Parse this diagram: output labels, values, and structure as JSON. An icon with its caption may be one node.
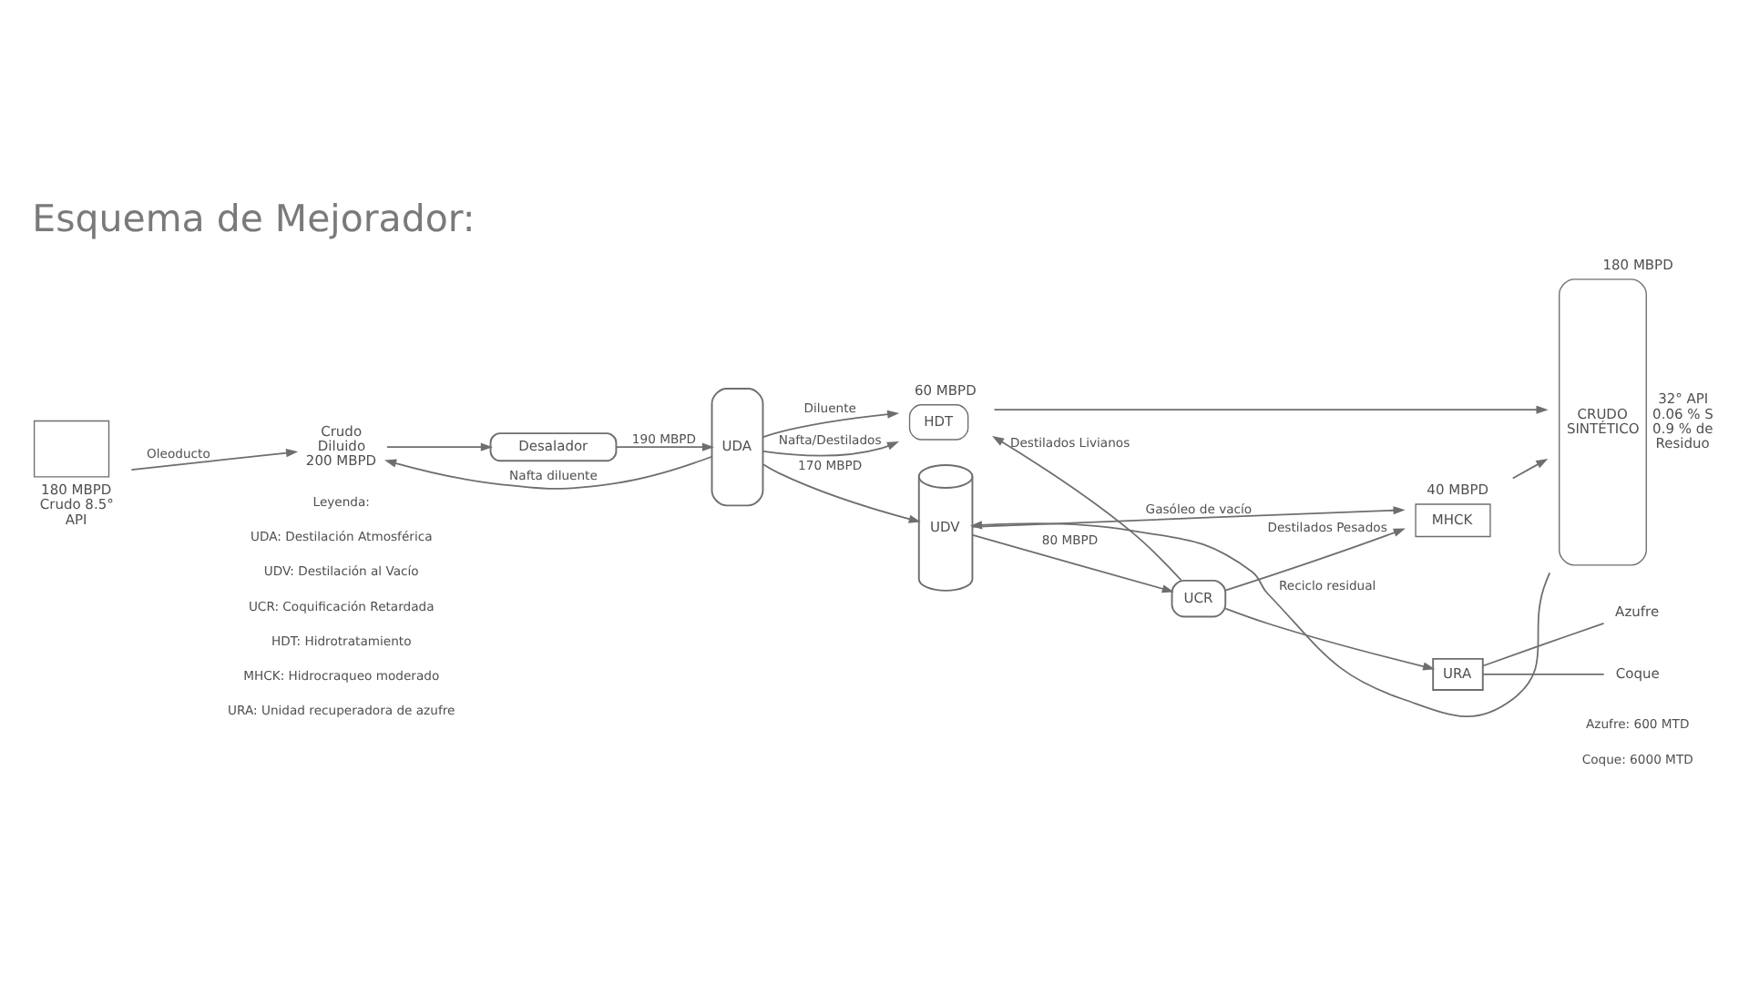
{
  "diagram": {
    "title": "Esquema de Mejorador:",
    "nodes": [
      {
        "text": [
          "Crudo Diluido 200 MBPD"
        ]
      },
      {
        "text": [
          "Desalador"
        ]
      },
      {
        "text": [
          "UDA"
        ]
      },
      {
        "text": [
          "HDT"
        ],
        "beside": [
          "60 MBPD"
        ]
      },
      {
        "text": [
          "CRUDO SINTÉTICO"
        ],
        "beside": [
          "180 MBPD",
          "32° API 0.06 % S 0.9 % de Residuo"
        ]
      },
      {
        "text": [
          "180 MBPD Crudo 8.5° API"
        ]
      },
      {
        "text": [
          "UDV"
        ]
      },
      {
        "text": [
          "MHCK"
        ],
        "beside": [
          "40 MBPD"
        ]
      },
      {
        "text": [
          "UCR"
        ]
      },
      {
        "text": [
          "URA"
        ]
      },
      {
        "text": [
          "Azufre"
        ]
      },
      {
        "text": [
          "Coque"
        ]
      }
    ],
    "edges": [
      {
        "from": 5,
        "to": 0,
        "arrow": "to",
        "label": "Oleoducto"
      },
      {
        "from": 0,
        "to": 1,
        "arrow": "to"
      },
      {
        "from": 1,
        "to": 2,
        "arrow": "to",
        "label": "190 MBPD"
      },
      {
        "from": 2,
        "to": 0,
        "arrow": "to",
        "label": "Nafta diluente"
      },
      {
        "from": 2,
        "to": 3,
        "arrow": "to",
        "label": "Diluente"
      },
      {
        "from": 2,
        "to": 3,
        "arrow": "to",
        "label": "Nafta/Destilados"
      },
      {
        "from": 3,
        "to": 4,
        "arrow": "to"
      },
      {
        "from": 2,
        "to": 6,
        "arrow": "to",
        "label": "170 MBPD"
      },
      {
        "from": 6,
        "to": 7,
        "arrow": "to",
        "label": "Gasóleo de vacío"
      },
      {
        "from": 7,
        "to": 4,
        "arrow": "to"
      },
      {
        "from": 6,
        "to": 8,
        "arrow": "to",
        "label": "80 MBPD"
      },
      {
        "from": 8,
        "to": 3,
        "arrow": "to",
        "label": "Destilados Livianos"
      },
      {
        "from": 8,
        "to": 7,
        "arrow": "to",
        "label": "Destilados Pesados"
      },
      {
        "from": 8,
        "to": 9,
        "arrow": "to"
      },
      {
        "from": 9,
        "to": 10,
        "arrow": "none"
      },
      {
        "from": 9,
        "to": 11,
        "arrow": "none"
      },
      {
        "from": 4,
        "to": 6,
        "arrow": "to",
        "label": "Reciclo residual"
      }
    ],
    "labels": [
      "Leyenda:",
      "UDA: Destilación Atmosférica",
      "UDV: Destilación al Vacío",
      "UCR: Coquificación Retardada",
      "HDT: Hidrotratamiento",
      "MHCK: Hidrocraqueo moderado",
      "URA: Unidad recuperadora de azufre",
      "Azufre: 600 MTD",
      "Coque: 6000 MTD"
    ]
  }
}
